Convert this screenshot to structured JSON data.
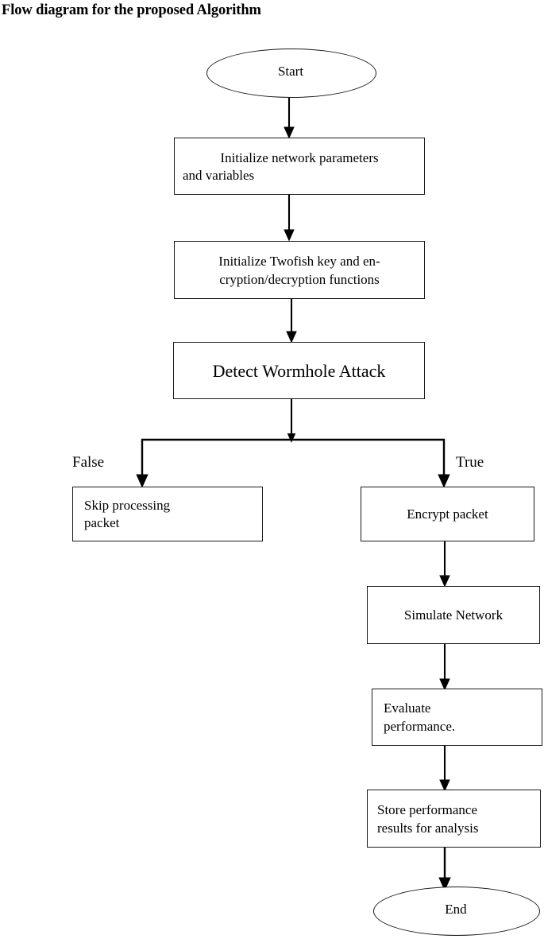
{
  "title": "Flow diagram for the proposed Algorithm",
  "diagram": {
    "type": "flowchart",
    "nodes": {
      "start": {
        "label": "Start",
        "shape": "terminator"
      },
      "init_network": {
        "line1": "Initialize network parameters",
        "line2": "and variables",
        "shape": "process"
      },
      "init_twofish": {
        "line1": "Initialize Twofish key and en-",
        "line2": "cryption/decryption functions",
        "shape": "process"
      },
      "detect_wormhole": {
        "label": "Detect Wormhole Attack",
        "shape": "process"
      },
      "skip_packet": {
        "line1": "Skip processing",
        "line2": "packet",
        "shape": "process"
      },
      "encrypt_packet": {
        "label": "Encrypt packet",
        "shape": "process"
      },
      "simulate_network": {
        "label": "Simulate Network",
        "shape": "process"
      },
      "evaluate_performance": {
        "line1": "Evaluate",
        "line2": "performance.",
        "shape": "process"
      },
      "store_results": {
        "line1": "Store performance",
        "line2": "results for analysis",
        "shape": "process"
      },
      "end": {
        "label": "End",
        "shape": "terminator"
      }
    },
    "branch_labels": {
      "false": "False",
      "true": "True"
    },
    "colors": {
      "stroke": "#1a1a1a",
      "fill": "#ffffff",
      "text": "#000000"
    }
  }
}
